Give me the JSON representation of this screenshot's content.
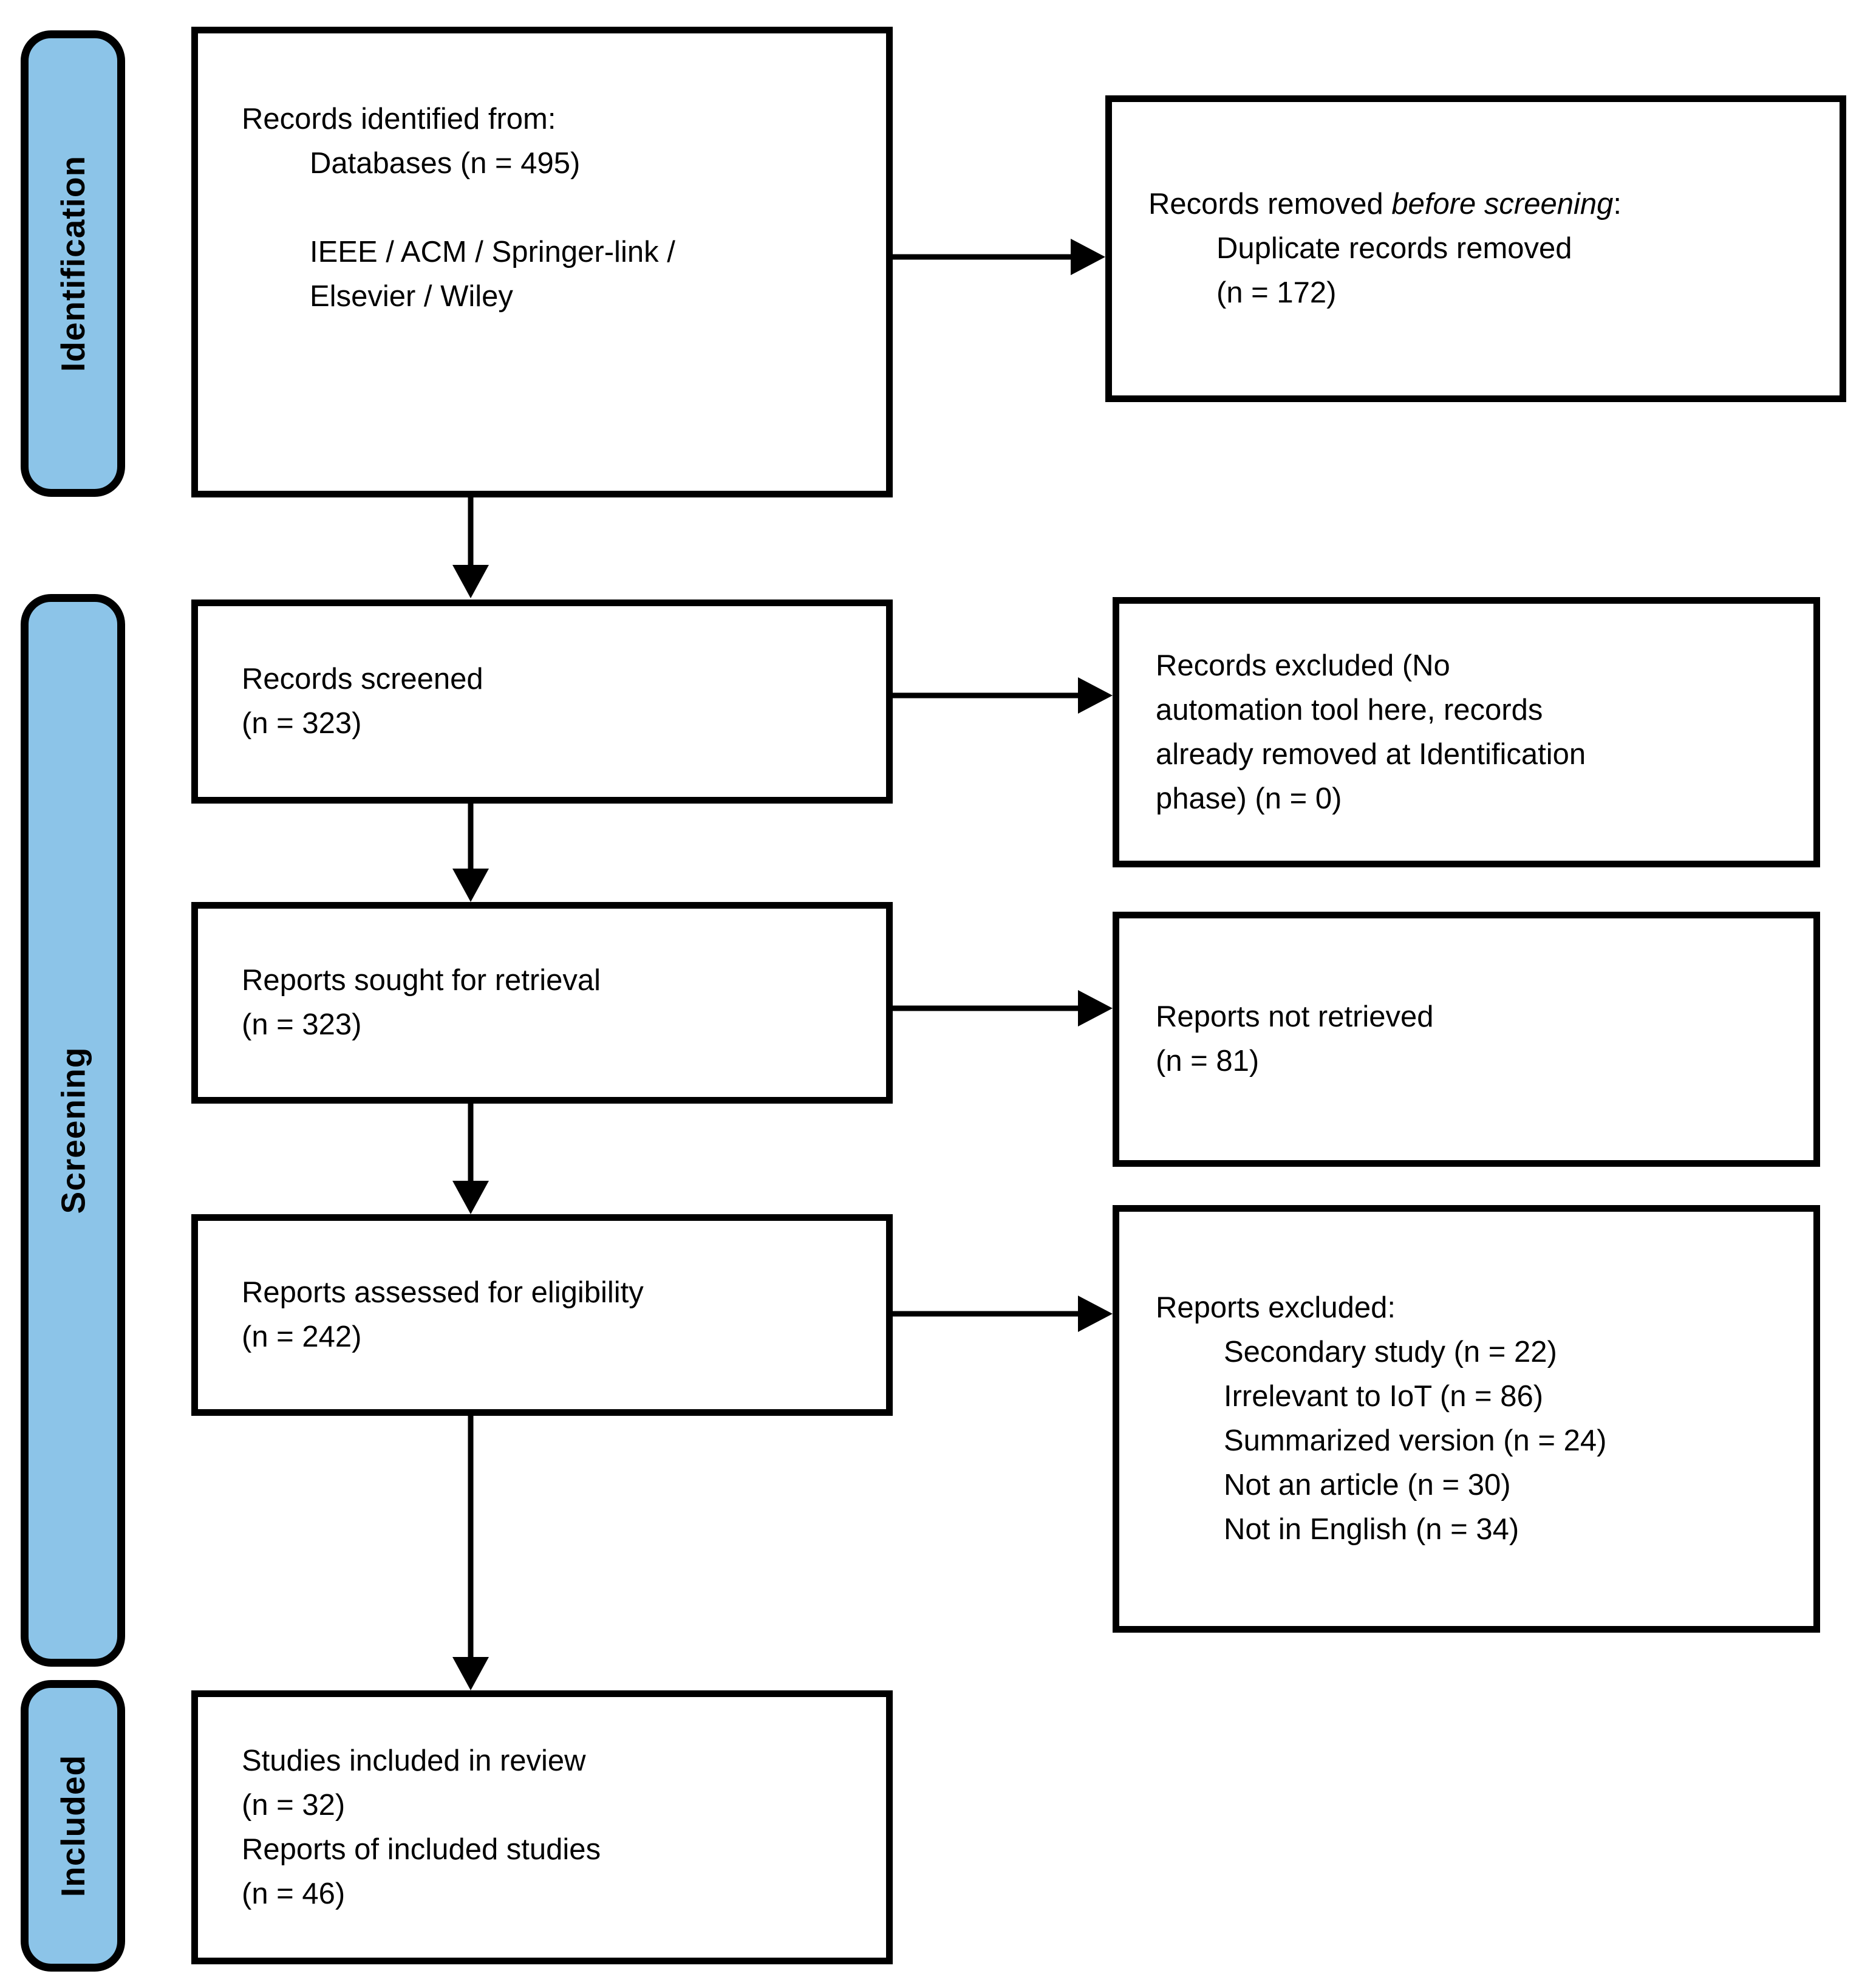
{
  "colors": {
    "stage_fill": "#8CC4E8",
    "line": "#000000",
    "background": "#FFFFFF"
  },
  "stages": [
    {
      "label": "Identification"
    },
    {
      "label": "Screening"
    },
    {
      "label": "Included"
    }
  ],
  "boxes": {
    "records_identified": {
      "l1": "Records identified from:",
      "l2": "Databases (n = 495)",
      "l3": "IEEE / ACM / Springer-link /",
      "l4": "Elsevier / Wiley"
    },
    "records_removed": {
      "l1a": "Records removed ",
      "l1b": "before screening",
      "l1c": ":",
      "l2": "Duplicate records removed",
      "l3": "(n = 172)"
    },
    "records_screened": {
      "l1": "Records screened",
      "l2": "(n = 323)"
    },
    "records_excluded": {
      "l1": "Records excluded (No",
      "l2": "automation tool here, records",
      "l3": "already removed at Identification",
      "l4": "phase) (n = 0)"
    },
    "reports_sought": {
      "l1": "Reports sought for retrieval",
      "l2": "(n = 323)"
    },
    "reports_not_retrieved": {
      "l1": "Reports not retrieved",
      "l2": "(n = 81)"
    },
    "reports_assessed": {
      "l1": "Reports assessed for eligibility",
      "l2": "(n = 242)"
    },
    "reports_excluded": {
      "l1": "Reports excluded:",
      "l2": "Secondary study (n = 22)",
      "l3": "Irrelevant to IoT (n = 86)",
      "l4": "Summarized version (n = 24)",
      "l5": "Not an article (n = 30)",
      "l6": "Not in English (n = 34)"
    },
    "studies_included": {
      "l1": "Studies included in review",
      "l2": "(n = 32)",
      "l3": "Reports of included studies",
      "l4": "(n = 46)"
    }
  }
}
